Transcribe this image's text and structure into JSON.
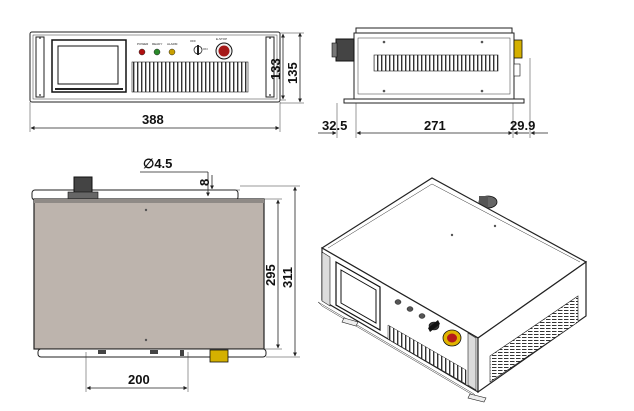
{
  "front_view": {
    "width_label": "388",
    "height_inner_label": "133",
    "height_outer_label": "135",
    "panel_labels": [
      "POWER",
      "READY",
      "ALARM",
      "OFF",
      "ON",
      "E-STOP"
    ]
  },
  "side_view": {
    "left_offset_label": "32.5",
    "depth_label": "271",
    "right_offset_label": "29.9"
  },
  "top_view": {
    "hole_label": "∅4.5",
    "edge_label": "8",
    "depth_label": "295",
    "depth_outer_label": "311",
    "mount_spacing_label": "200"
  }
}
